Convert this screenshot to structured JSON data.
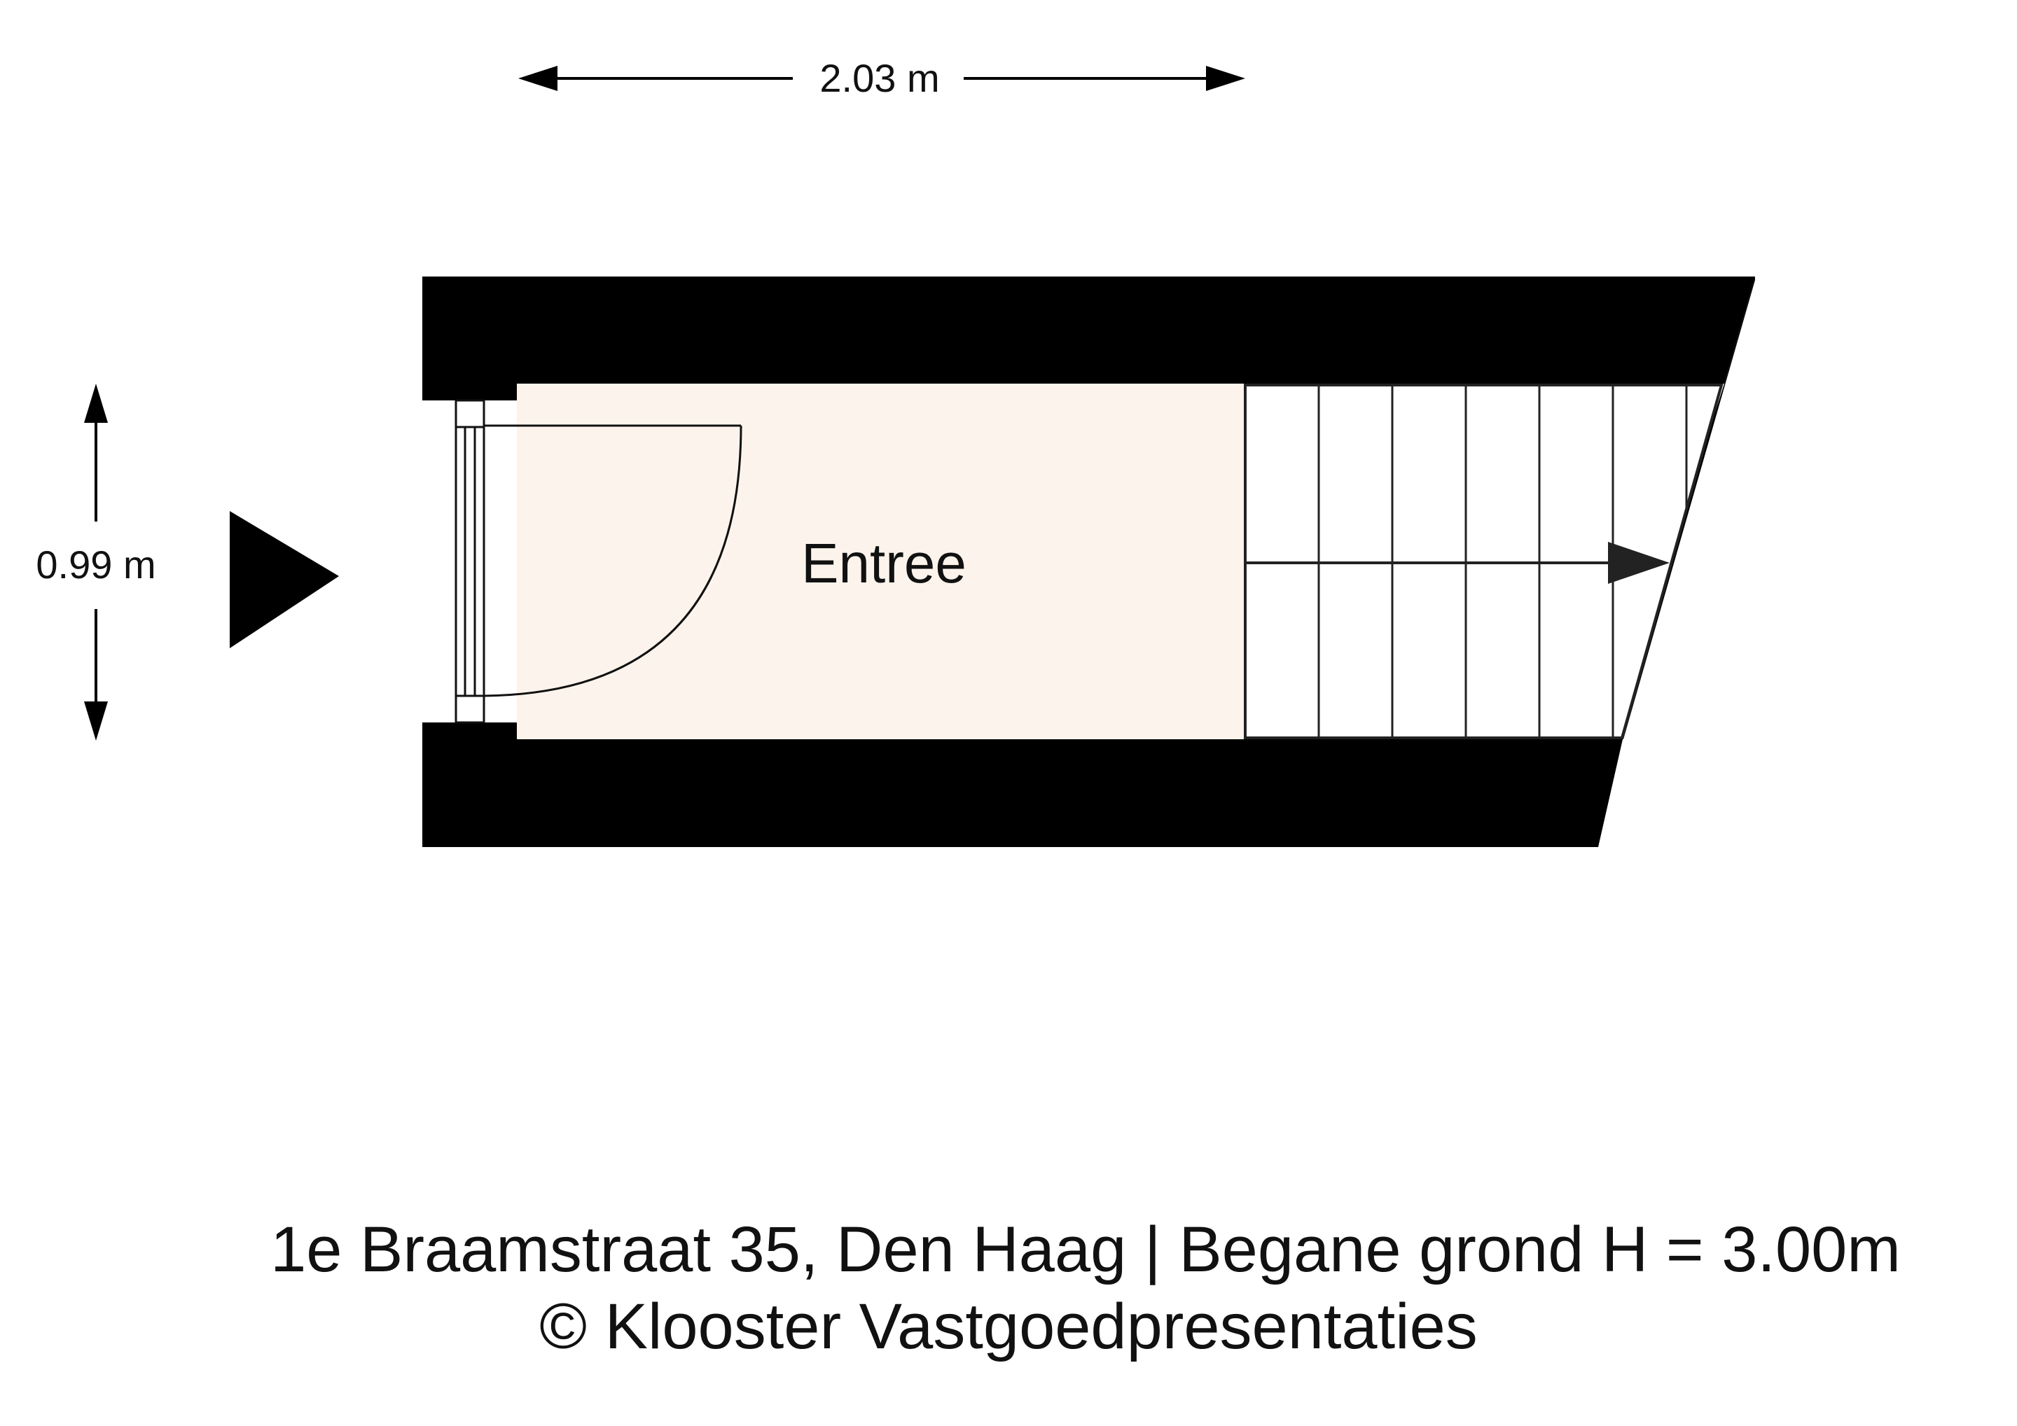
{
  "floorplan": {
    "dimensions": {
      "width_label": "2.03 m",
      "depth_label": "0.99 m"
    },
    "rooms": [
      {
        "label": "Entree"
      }
    ],
    "colors": {
      "wall": "#000000",
      "floor": "#fcf4ec",
      "stairs": "#ffffff",
      "line": "#111111"
    }
  },
  "caption": {
    "address_line": "1e Braamstraat 35, Den Haag | Begane grond H = 3.00m",
    "copyright_line": "© Klooster Vastgoedpresentaties"
  }
}
